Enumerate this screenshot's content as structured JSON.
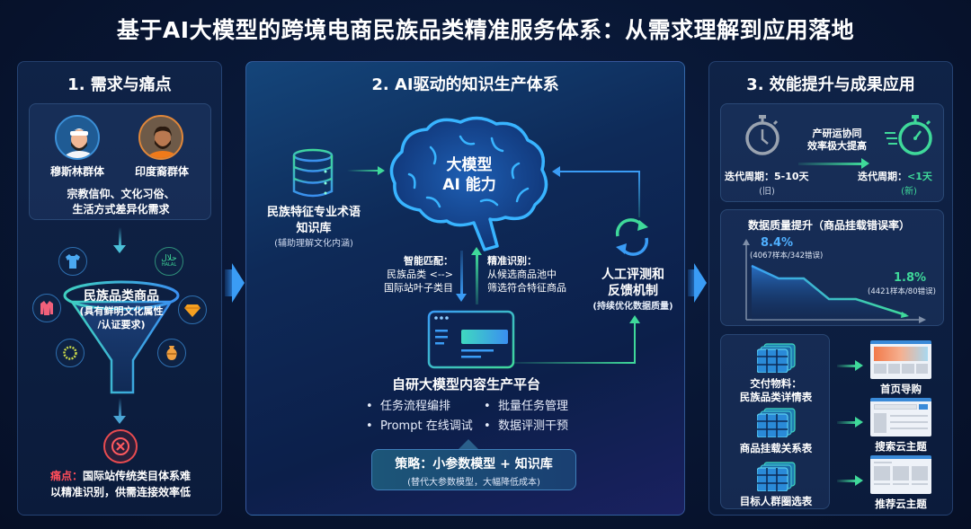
{
  "title": "基于AI大模型的跨境电商民族品类精准服务体系：从需求理解到应用落地",
  "panel1": {
    "title": "1. 需求与痛点",
    "groups": [
      {
        "label": "穆斯林群体",
        "icon": "muslim-person-avatar"
      },
      {
        "label": "印度裔群体",
        "icon": "indian-person-avatar"
      }
    ],
    "needs_line1": "宗教信仰、文化习俗、",
    "needs_line2": "生活方式差异化需求",
    "funnel_title": "民族品类商品",
    "funnel_sub1": "(具有鲜明文化属性",
    "funnel_sub2": "/认证要求)",
    "funnel_icons": [
      "shirt-icon",
      "halal-icon",
      "robe-icon",
      "diamond-icon",
      "necklace-icon",
      "vase-icon"
    ],
    "halal_text": "حلال",
    "halal_sub": "HALAL",
    "pain_label": "痛点：",
    "pain_text1": "国际站传统类目体系难",
    "pain_text2": "以精准识别，供需连接效率低"
  },
  "panel2": {
    "title": "2. AI驱动的知识生产体系",
    "kb_title1": "民族特征专业术语",
    "kb_title2": "知识库",
    "kb_sub": "(辅助理解文化内涵)",
    "brain_line1": "大模型",
    "brain_line2": "AI 能力",
    "match_label": "智能匹配：",
    "match_line1": "民族品类 <-->",
    "match_line2": "国际站叶子类目",
    "identify_label": "精准识别：",
    "identify_line1": "从候选商品池中",
    "identify_line2": "筛选符合特征商品",
    "feedback_title1": "人工评测和",
    "feedback_title2": "反馈机制",
    "feedback_sub": "(持续优化数据质量)",
    "platform_title": "自研大模型内容生产平台",
    "features": [
      "任务流程编排",
      "批量任务管理",
      "Prompt 在线调试",
      "数据评测干预"
    ],
    "strategy_title": "策略：小参数模型 + 知识库",
    "strategy_sub": "(替代大参数模型，大幅降低成本)"
  },
  "panel3": {
    "title": "3. 效能提升与成果应用",
    "collab_line1": "产研运协同",
    "collab_line2": "效率极大提高",
    "old_label": "迭代周期：",
    "old_value": "5-10天",
    "old_tag": "(旧)",
    "new_label": "迭代周期：",
    "new_value": "<1天",
    "new_tag": "(新)",
    "quality_title": "数据质量提升（商品挂载错误率）",
    "deliverables": [
      {
        "label": "交付物料：",
        "label2": "民族品类详情表"
      },
      {
        "label": "商品挂载关系表",
        "label2": ""
      },
      {
        "label": "目标人群圈选表",
        "label2": ""
      }
    ],
    "applications": [
      "首页导购",
      "搜索云主题",
      "推荐云主题"
    ]
  },
  "chart_data": {
    "type": "area",
    "title": "数据质量提升（商品挂载错误率）",
    "xlabel": "",
    "ylabel": "",
    "x": [
      0,
      1,
      2,
      3,
      4,
      5
    ],
    "values": [
      8.4,
      7.0,
      7.0,
      4.2,
      4.2,
      1.8
    ],
    "annotations": [
      {
        "point": "start",
        "value": "8.4%",
        "detail": "(4067样本/342错误)"
      },
      {
        "point": "end",
        "value": "1.8%",
        "detail": "(4421样本/80错误)"
      }
    ],
    "colors": {
      "start": "#4fb0ff",
      "end": "#3fd99a"
    }
  }
}
